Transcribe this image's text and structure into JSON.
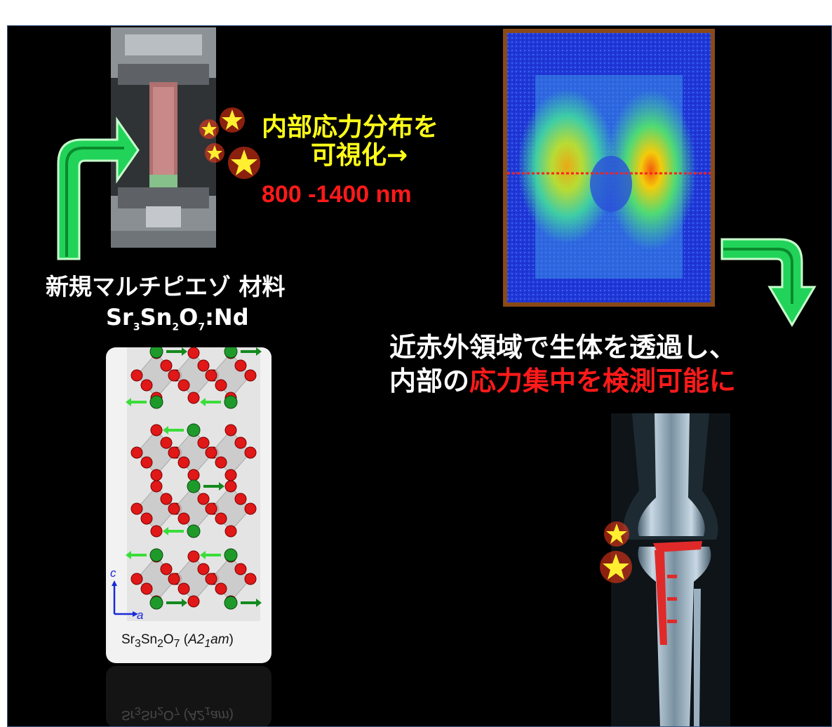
{
  "headline": {
    "line1": "内部応力分布を",
    "line2": "可視化→",
    "range": "800 -1400 nm"
  },
  "material": {
    "name": "新規マルチピエゾ 材料",
    "formula_parts": [
      "Sr",
      "3",
      "Sn",
      "2",
      "O",
      "7",
      ":Nd"
    ]
  },
  "crystal": {
    "caption_parts": [
      "Sr",
      "3",
      "Sn",
      "2",
      "O",
      "7",
      " (",
      "A2",
      "1",
      "am",
      ")"
    ],
    "axis_c": "c",
    "axis_a": "a"
  },
  "message": {
    "line1": "近赤外領域で生体を透過し、",
    "line2_prefix": "内部の",
    "line2_highlight": "応力集中を検測可能に"
  },
  "colors": {
    "yellow": "#ffff1a",
    "red": "#ff1a1a",
    "green_arrow": "#22d35a",
    "panel_bg": "#000000"
  }
}
